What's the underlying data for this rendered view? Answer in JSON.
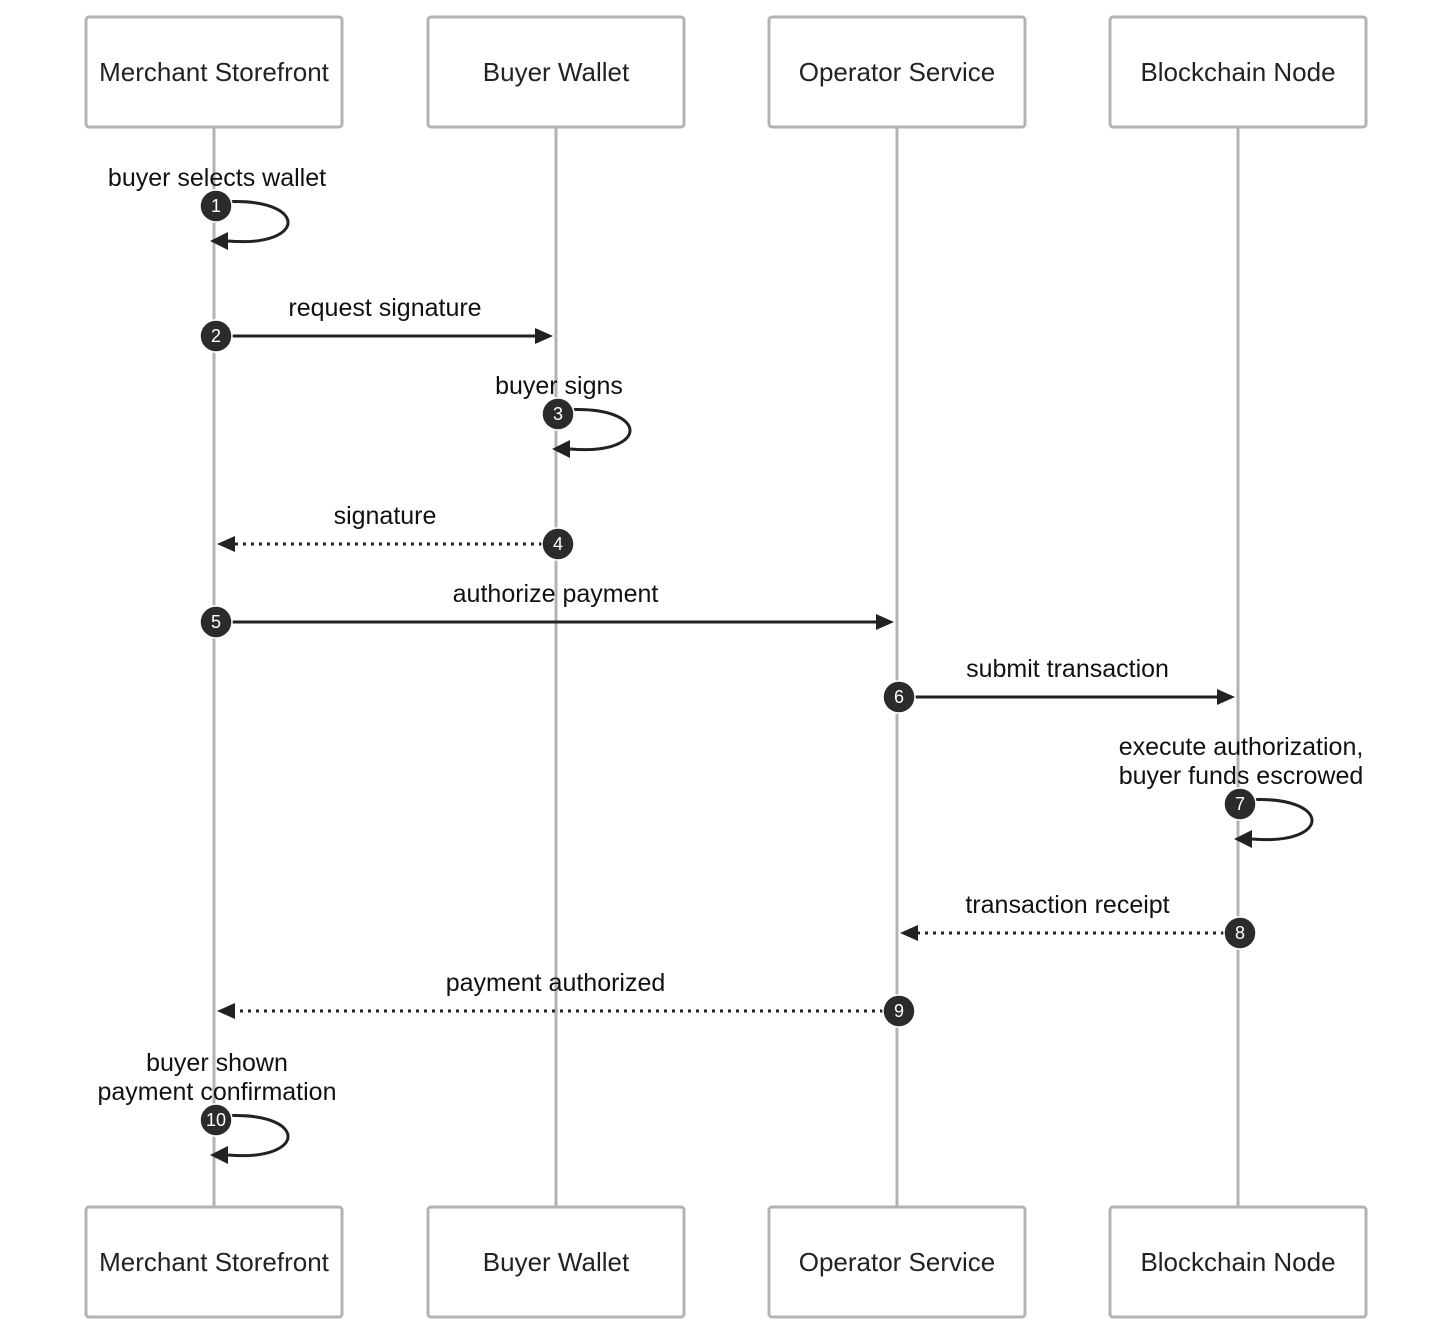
{
  "diagram": {
    "participants": [
      {
        "id": "merchant",
        "label": "Merchant Storefront"
      },
      {
        "id": "wallet",
        "label": "Buyer Wallet"
      },
      {
        "id": "operator",
        "label": "Operator Service"
      },
      {
        "id": "node",
        "label": "Blockchain Node"
      }
    ],
    "messages": [
      {
        "step": "1",
        "from": "merchant",
        "to": "merchant",
        "style": "self",
        "label": [
          "buyer selects wallet"
        ]
      },
      {
        "step": "2",
        "from": "merchant",
        "to": "wallet",
        "style": "solid",
        "label": [
          "request signature"
        ]
      },
      {
        "step": "3",
        "from": "wallet",
        "to": "wallet",
        "style": "self",
        "label": [
          "buyer signs"
        ]
      },
      {
        "step": "4",
        "from": "wallet",
        "to": "merchant",
        "style": "dotted",
        "label": [
          "signature"
        ]
      },
      {
        "step": "5",
        "from": "merchant",
        "to": "operator",
        "style": "solid",
        "label": [
          "authorize payment"
        ]
      },
      {
        "step": "6",
        "from": "operator",
        "to": "node",
        "style": "solid",
        "label": [
          "submit transaction"
        ]
      },
      {
        "step": "7",
        "from": "node",
        "to": "node",
        "style": "self",
        "label": [
          "execute authorization,",
          "buyer funds escrowed"
        ]
      },
      {
        "step": "8",
        "from": "node",
        "to": "operator",
        "style": "dotted",
        "label": [
          "transaction receipt"
        ]
      },
      {
        "step": "9",
        "from": "operator",
        "to": "merchant",
        "style": "dotted",
        "label": [
          "payment authorized"
        ]
      },
      {
        "step": "10",
        "from": "merchant",
        "to": "merchant",
        "style": "self",
        "label": [
          "buyer shown",
          "payment confirmation"
        ]
      }
    ],
    "colors": {
      "line": "#222222",
      "lifeline": "#b3b3b3",
      "badge": "#2b2b2b"
    }
  }
}
